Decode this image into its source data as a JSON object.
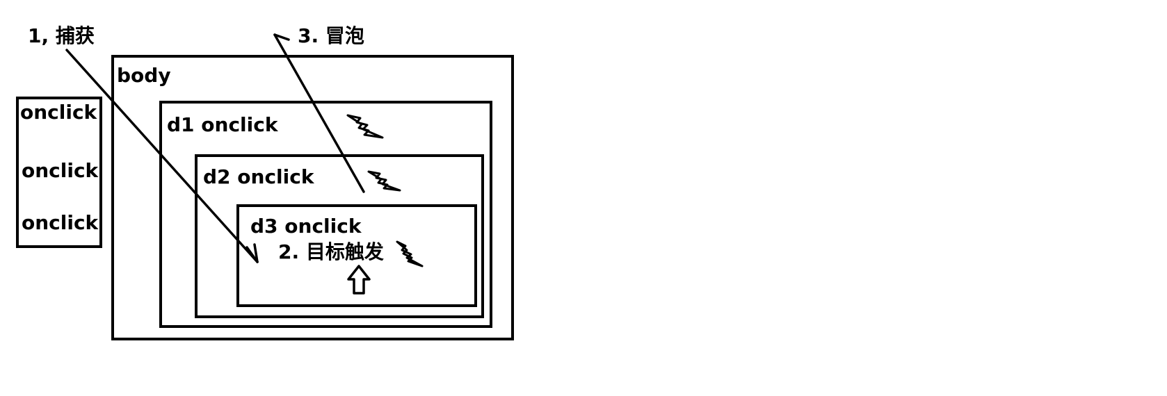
{
  "phases": {
    "capture": "1, 捕获",
    "target": "2. 目标触发",
    "bubble": "3. 冒泡"
  },
  "side_panel": {
    "items": [
      "onclick",
      "onclick",
      "onclick"
    ]
  },
  "boxes": {
    "body": "body",
    "d1": "d1  onclick",
    "d2": "d2 onclick",
    "d3": "d3 onclick"
  },
  "icons": [
    "lightning-bolt-icon",
    "up-arrow-icon"
  ]
}
